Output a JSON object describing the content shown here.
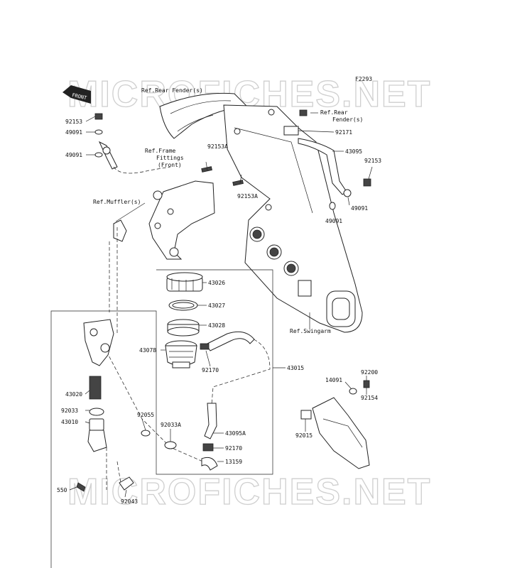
{
  "diagram": {
    "figure_code": "F2293",
    "watermark_top": "MICROFICHES.NET",
    "watermark_bottom": "MICROFICHES.NET",
    "front_label": "FRONT",
    "refs": {
      "rear_fender_top": "Ref.Rear Fender(s)",
      "rear_fender_right_1": "Ref.Rear",
      "rear_fender_right_2": "Fender(s)",
      "frame_fittings_1": "Ref.Frame",
      "frame_fittings_2": "Fittings",
      "frame_fittings_3": "(Front)",
      "muffler": "Ref.Muffler(s)",
      "swingarm": "Ref.Swingarm"
    },
    "parts": {
      "p92153_left": "92153",
      "p49091_left_a": "49091",
      "p49091_left_b": "49091",
      "p92153A_a": "92153A",
      "p92153A_b": "92153A",
      "p92171": "92171",
      "p43095": "43095",
      "p92153_right": "92153",
      "p49091_right_a": "49091",
      "p49091_right_b": "49091",
      "p43026": "43026",
      "p43027": "43027",
      "p43028": "43028",
      "p43078": "43078",
      "p92170_a": "92170",
      "p43015": "43015",
      "p43020": "43020",
      "p92033": "92033",
      "p43010": "43010",
      "p92055": "92055",
      "p92033A": "92033A",
      "p43095A": "43095A",
      "p92170_b": "92170",
      "p13159": "13159",
      "p550": "550",
      "p92043": "92043",
      "p14091": "14091",
      "p92200": "92200",
      "p92154": "92154",
      "p92015": "92015"
    }
  }
}
